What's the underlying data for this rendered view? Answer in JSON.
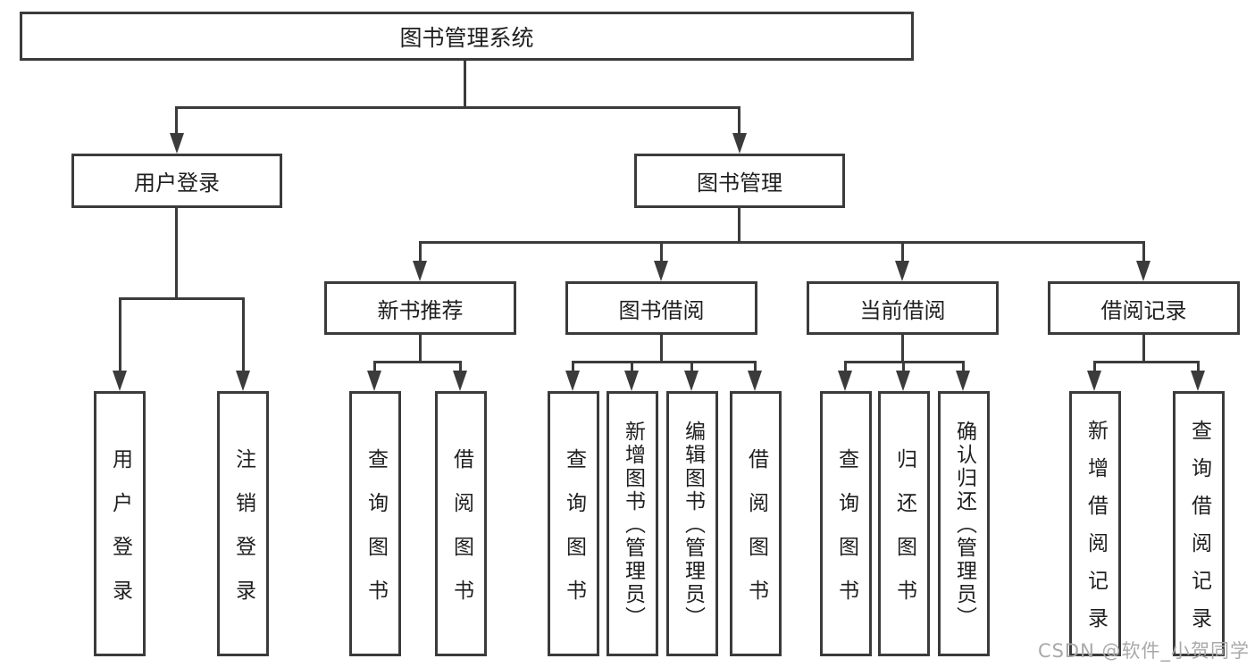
{
  "diagram": {
    "root": "图书管理系统",
    "level2": [
      "用户登录",
      "图书管理"
    ],
    "level3": [
      "新书推荐",
      "图书借阅",
      "当前借阅",
      "借阅记录"
    ],
    "leaves": {
      "user_login": [
        "用户登录",
        "注销登录"
      ],
      "new_book_recommend": [
        "查询图书",
        "借阅图书"
      ],
      "book_borrow": [
        "查询图书",
        "新增图书（管理员）",
        "编辑图书（管理员）",
        "借阅图书"
      ],
      "current_borrow": [
        "查询图书",
        "归还图书",
        "确认归还（管理员）"
      ],
      "borrow_records": [
        "新增借阅记录",
        "查询借阅记录"
      ]
    }
  },
  "watermark": "CSDN @软件_小贺同学",
  "colors": {
    "line": "#3b3b3b",
    "text": "#1f1f1f",
    "watermark": "#a9a9a9"
  }
}
